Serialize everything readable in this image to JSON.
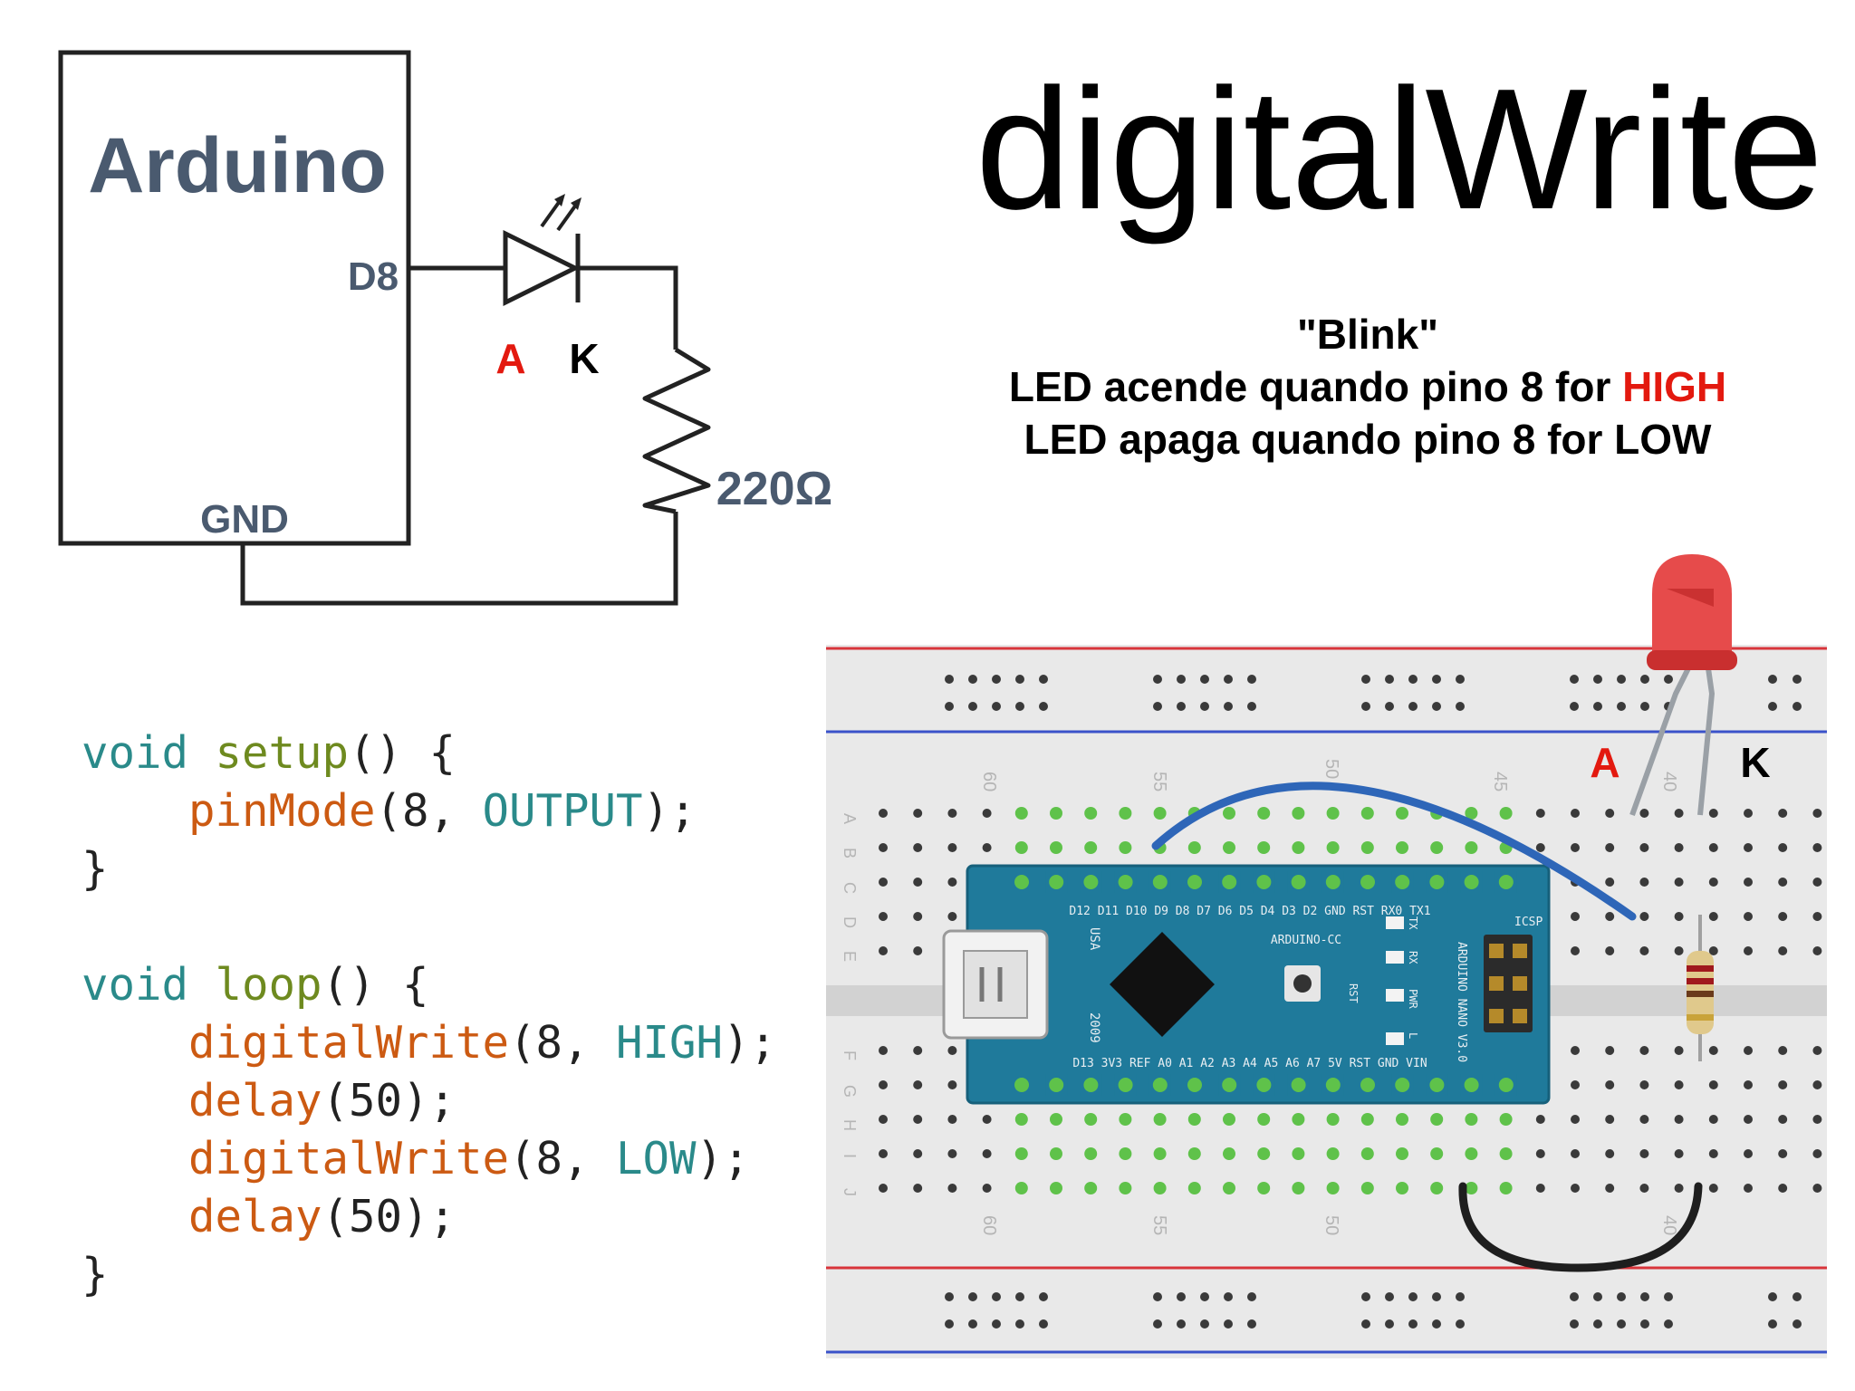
{
  "title": "digitalWrite",
  "description": {
    "line1": "\"Blink\"",
    "line2_prefix": "LED acende quando pino 8 for ",
    "line2_highlight": "HIGH",
    "line3": "LED apaga quando pino 8 for LOW"
  },
  "schematic": {
    "board_label": "Arduino",
    "pin_label": "D8",
    "gnd_label": "GND",
    "anode_label": "A",
    "cathode_label": "K",
    "resistor_label": "220Ω"
  },
  "code": {
    "setup_kw": "void",
    "setup_fn": "setup",
    "setup_rest": "() {",
    "pinmode_fn": "pinMode",
    "pinmode_args_open": "(8, ",
    "pinmode_const": "OUTPUT",
    "pinmode_close": ");",
    "brace_close": "}",
    "loop_kw": "void",
    "loop_fn": "loop",
    "loop_rest": "() {",
    "dw_fn": "digitalWrite",
    "dw_open": "(8, ",
    "high_const": "HIGH",
    "low_const": "LOW",
    "dw_close": ");",
    "delay_fn": "delay",
    "delay_args": "(50);"
  },
  "breadboard": {
    "anode_label": "A",
    "cathode_label": "K",
    "col_numbers": [
      "60",
      "55",
      "50",
      "45",
      "40"
    ],
    "row_letters_top": [
      "A",
      "B",
      "C",
      "D",
      "E"
    ],
    "row_letters_bottom": [
      "F",
      "G",
      "H",
      "I",
      "J"
    ],
    "nano_top_pins": "D12 D11 D10 D9 D8 D7 D6 D5 D4 D3 D2 GND RST RX0 TX1",
    "nano_bottom_pins": "D13 3V3 REF A0 A1 A2 A3 A4 A5 A6 A7 5V RST GND VIN",
    "nano_brand": "ARDUINO-CC",
    "nano_model": "ARDUINO NANO V3.0",
    "nano_usa": "USA",
    "nano_year": "2009",
    "nano_icsp": "ICSP",
    "nano_rst": "RST",
    "nano_tx": "TX",
    "nano_rx": "RX",
    "nano_pwr": "PWR",
    "nano_l": "L"
  },
  "colors": {
    "led_red": "#e3190f",
    "board_blue": "#1f7a9b",
    "wire_blue": "#2e66b8",
    "wire_black": "#1e1e1e",
    "hole_green": "#5fc24a",
    "label_red": "#e3190f"
  }
}
